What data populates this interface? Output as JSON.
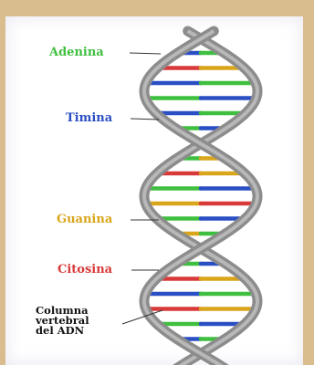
{
  "labels": {
    "adenina": "Adenina",
    "timina": "Timina",
    "guanina": "Guanina",
    "citosina": "Citosina",
    "backbone": "Columna\nvertebral\ndel ADN"
  },
  "colors": {
    "frame": "#d9bd8f",
    "adenina": "#3fbf3f",
    "timina": "#2a4fc4",
    "guanina": "#d9a51a",
    "citosina": "#d83a3a",
    "backbone": "#8c8c8c",
    "backbone_light": "#b8b8b8"
  },
  "base_pairs": [
    [
      "timina",
      "adenina"
    ],
    [
      "citosina",
      "guanina"
    ],
    [
      "timina",
      "adenina"
    ],
    [
      "adenina",
      "timina"
    ],
    [
      "timina",
      "adenina"
    ],
    [
      "adenina",
      "timina"
    ],
    [
      "citosina",
      "guanina"
    ],
    [
      "adenina",
      "guanina"
    ],
    [
      "citosina",
      "guanina"
    ],
    [
      "adenina",
      "timina"
    ],
    [
      "guanina",
      "citosina"
    ],
    [
      "adenina",
      "timina"
    ],
    [
      "guanina",
      "adenina"
    ],
    [
      "guanina",
      "citosina"
    ],
    [
      "adenina",
      "timina"
    ],
    [
      "citosina",
      "guanina"
    ],
    [
      "timina",
      "adenina"
    ],
    [
      "citosina",
      "guanina"
    ],
    [
      "adenina",
      "timina"
    ],
    [
      "timina",
      "adenina"
    ],
    [
      "adenina",
      "guanina"
    ]
  ]
}
